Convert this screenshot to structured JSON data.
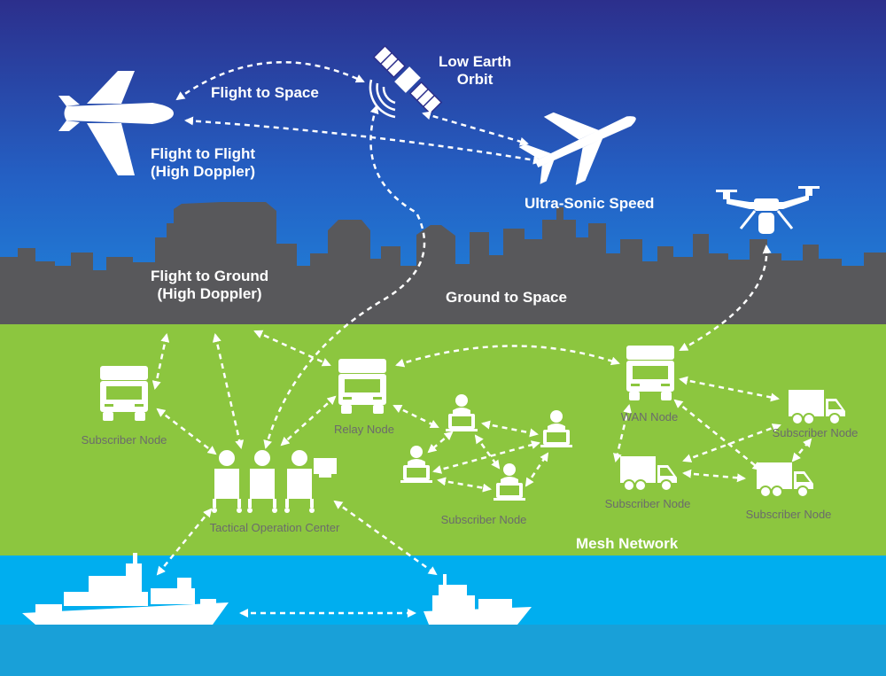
{
  "labels": {
    "low_earth_orbit": [
      "Low Earth",
      "Orbit"
    ],
    "flight_to_space": "Flight to Space",
    "flight_to_flight": [
      "Flight to Flight",
      "(High Doppler)"
    ],
    "ultra_sonic": "Ultra-Sonic Speed",
    "flight_to_ground": [
      "Flight to Ground",
      "(High Doppler)"
    ],
    "ground_to_space": "Ground to Space",
    "mesh_network": "Mesh Network"
  },
  "nodes": {
    "subscriber_truck": "Subscriber Node",
    "relay": "Relay Node",
    "wan": "WAN Node",
    "toc": "Tactical Operation Center",
    "subscriber_laptops": "Subscriber Node",
    "subscriber_van_left": "Subscriber Node",
    "subscriber_van_right_top": "Subscriber Node",
    "subscriber_van_right_bottom": "Subscriber Node"
  },
  "colors": {
    "sky_top": "#2c2f8c",
    "sky_bottom": "#1f86dc",
    "city": "#58585b",
    "ground": "#8cc63f",
    "sea": "#00aeef",
    "sea_deep": "#19a0d8",
    "node_text": "#6b6b6b",
    "icon": "#ffffff"
  }
}
